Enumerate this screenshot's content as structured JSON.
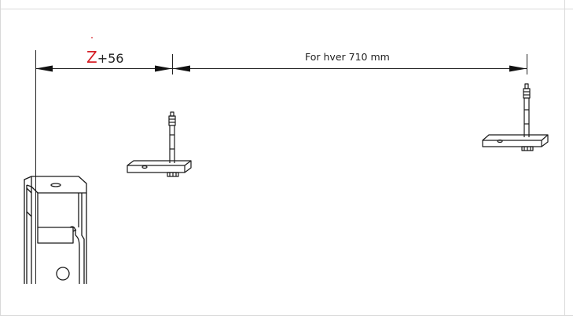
{
  "dimension_left": {
    "variable": "Z",
    "offset": "+56"
  },
  "dimension_right": {
    "label": "For hver 710 mm"
  },
  "colors": {
    "line": "#1a1a1a",
    "variable": "#d61f26",
    "frame_border": "#d9d9d9",
    "panel_border": "#cfcfcf"
  }
}
